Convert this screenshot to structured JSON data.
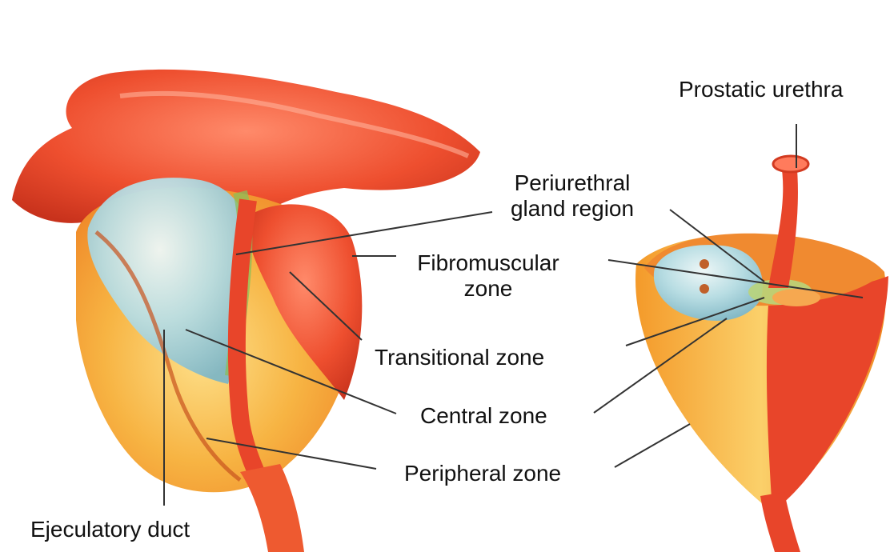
{
  "labels": {
    "prostatic_urethra": "Prostatic urethra",
    "periurethral_line1": "Periurethral",
    "periurethral_line2": "gland region",
    "fibromuscular_line1": "Fibromuscular",
    "fibromuscular_line2": "zone",
    "transitional": "Transitional zone",
    "central": "Central zone",
    "peripheral": "Peripheral zone",
    "ejaculatory": "Ejeculatory duct"
  },
  "colors": {
    "tissue_red": "#e8452a",
    "tissue_orange": "#f39a2c",
    "tissue_light_orange": "#f8c25a",
    "central_blue": "#a8d4de",
    "transitional_green": "#9cc26a",
    "leader_line": "#333333"
  }
}
